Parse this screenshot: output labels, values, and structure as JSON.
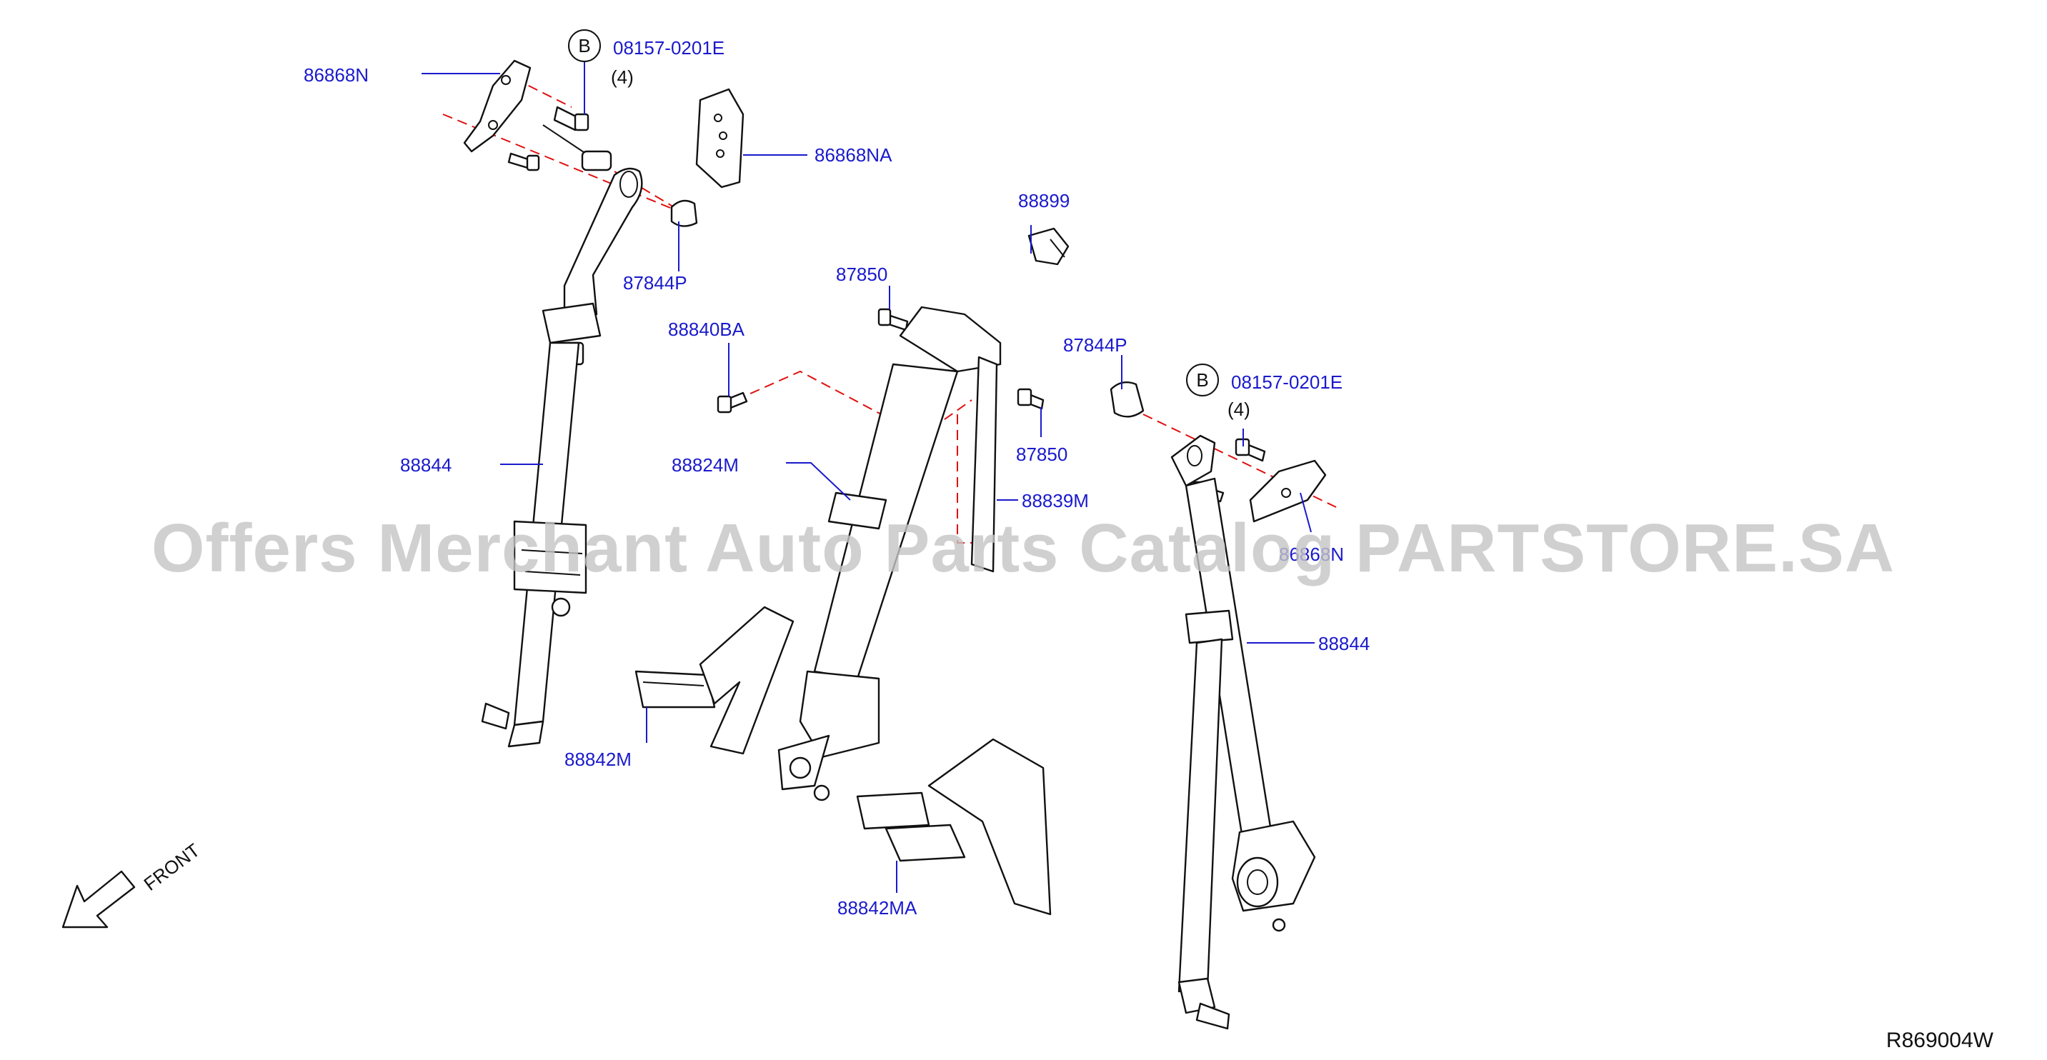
{
  "watermark": "Offers Merchant Auto Parts Catalog PARTSTORE.SA",
  "diagram_code": "R869004W",
  "front_label": "FRONT",
  "callout_b": {
    "badge": "B",
    "part_number": "08157-0201E",
    "quantity": "(4)"
  },
  "labels": {
    "part_86868N_left": "86868N",
    "part_86868NA": "86868NA",
    "part_87844P_left": "87844P",
    "part_88844_left": "88844",
    "part_88842M": "88842M",
    "part_87850_top": "87850",
    "part_88840BA": "88840BA",
    "part_88824M": "88824M",
    "part_88899": "88899",
    "part_87844P_right": "87844P",
    "part_87850_right": "87850",
    "part_88839M": "88839M",
    "part_86868N_right": "86868N",
    "part_88844_right": "88844",
    "part_88842MA": "88842MA"
  },
  "colors": {
    "label": "#1a1acc",
    "leader": "#1a1acc",
    "dashed_line": "#e01010",
    "line_art": "#111111",
    "watermark": "#c4c4c4"
  }
}
